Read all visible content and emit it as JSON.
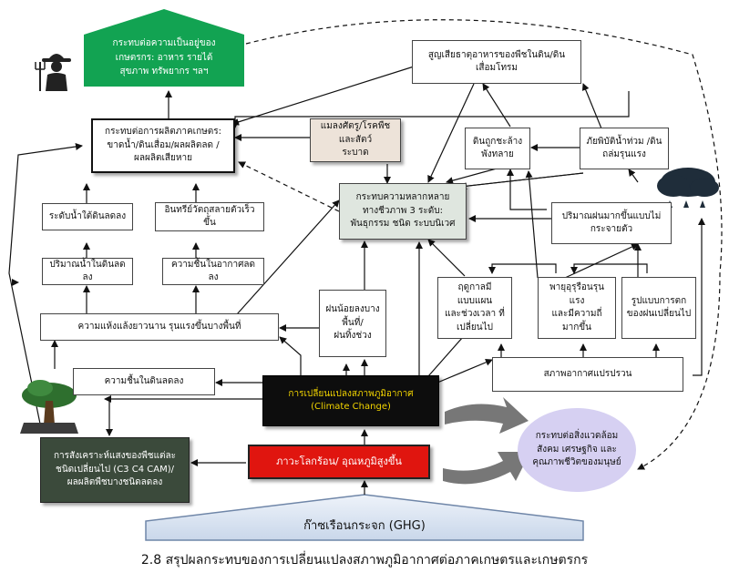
{
  "nodes": {
    "impact_farmers": "กระทบต่อความเป็นอยู่ของ\nเกษตรกร: อาหาร รายได้\nสุขภาพ ทรัพยากร ฯลฯ",
    "impact_agri_production": "กระทบต่อการผลิตภาคเกษตร:\nขาดน้ำ/ดินเสื่อม/ผลผลิตลด /\nผลผลิตเสียหาย",
    "pests_diseases": "แมลงศัตรู/โรคพืชและสัตว์\nระบาด",
    "nutrient_loss": "สูญเสียธาตุอาหารของพืชในดิน/ดิน\nเสื่อมโทรม",
    "soil_erosion": "ดินถูกชะล้าง\nพังทลาย",
    "flood_landslide": "ภัยพิบัติน้ำท่วม /ดิน\nถล่มรุนแรง",
    "biodiversity": "กระทบความหลากหลาย\nทางชีวภาพ 3 ระดับ:\nพันธุกรรม ชนิด ระบบนิเวศ",
    "heavy_rain": "ปริมาณฝนมากขึ้นแบบไม่\nกระจายตัว",
    "groundwater_drop": "ระดับน้ำใต้ดินลดลง",
    "organic_decompose": "อินทรีย์วัตถุสลายตัวเร็วขึ้น",
    "soil_water_drop": "ปริมาณน้ำในดินลดลง",
    "air_humidity_drop": "ความชื้นในอากาศลดลง",
    "drought": "ความแห้งแล้งยาวนาน รุนแรงขึ้นบางพื้นที่",
    "less_rain": "ฝนน้อยลงบาง\nพื้นที่/\nฝนทิ้งช่วง",
    "season_change": "ฤดูกาลมีแบบแผน\nและช่วงเวลา ที่\nเปลี่ยนไป",
    "storms": "พายุอุรุรือนรุนแรง\nและมีความถี่\nมากขึ้น",
    "rain_pattern": "รูปแบบการตก\nของฝนเปลี่ยนไป",
    "soil_moisture_drop": "ความชื้นในดินลดลง",
    "weather_variability": "สภาพอากาศแปรปรวน",
    "climate_change_th": "การเปลี่ยนแปลงสภาพภูมิอากาศ",
    "climate_change_en": "(Climate Change)",
    "photosynthesis": "การสังเคราะห์แสงของพืชแต่ละ\nชนิดเปลี่ยนไป (C3 C4 CAM)/\nผลผลิตพืชบางชนิดลดลง",
    "global_warming": "ภาวะโลกร้อน/ อุณหภูมิสูงขึ้น",
    "impact_env_society": "กระทบต่อสิ่งแวดล้อม\nสังคม เศรษฐกิจ และ\nคุณภาพชีวิตของมนุษย์",
    "ghg": "ก๊าซเรือนกระจก (GHG)"
  },
  "caption": "2.8 สรุปผลกระทบของการเปลี่ยนแปลงสภาพภูมิอากาศต่อภาคเกษตรและเกษตรกร",
  "colors": {
    "impact_farmers_fill": "#12a352",
    "pests_fill": "#ede3d9",
    "biodiversity_fill": "#dfe6df",
    "climate_fill": "#0d0d0d",
    "climate_text": "#f2d400",
    "photosynthesis_fill": "#3b4a3b",
    "global_warming_fill": "#e0150f",
    "env_society_fill": "#d6d0f2",
    "ghg_fill": "#dce6f2",
    "gray_arrow": "#777777"
  },
  "icons": [
    "farmer-icon",
    "tree-icon",
    "rain-cloud-icon"
  ]
}
